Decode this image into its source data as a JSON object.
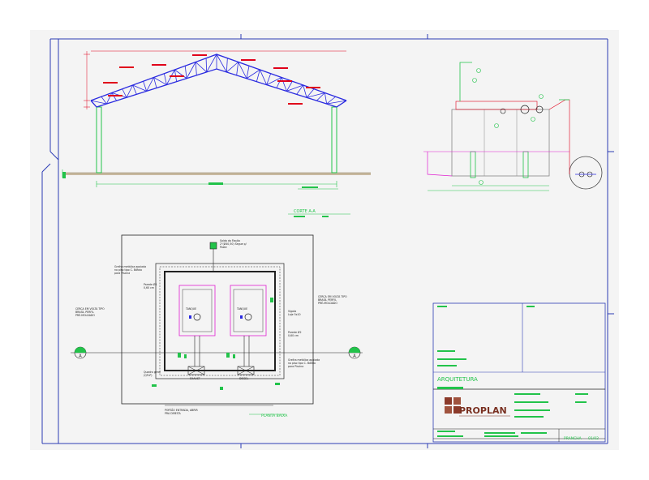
{
  "sheet": {
    "title_section": "CORTE A-A",
    "plan_title": "PLANTA BAIXA",
    "discipline": "ARQUITETURA",
    "company": "PROPLAN",
    "sheet_label": "PRANCHA",
    "sheet_number": "01/02",
    "section_marker": "A"
  },
  "plan_notes": {
    "top_note_1": "Saída da Fiação",
    "top_note_2": "2\"(Ø40,50) Segue p/",
    "top_note_3": "Poste",
    "left_note_1": "Grelha metálica apoiada",
    "left_note_2": "no piso  tipo C. Bófalo",
    "left_note_3": "para Piscina",
    "parede_1": "Parede Ø1",
    "parede_1b": "0,60 cm",
    "left_fence_1": "CERCA EM VOLTA  TIPO",
    "left_fence_2": "BRASIL PERFIL",
    "left_fence_3": "PRÉ-MOLDADO",
    "right_fence_1": "CERCA EM VOLTA  TIPO",
    "right_fence_2": "BRASIL PERFIL",
    "right_fence_3": "PRÉ-MOLDADO",
    "center_1": "Vigota",
    "center_2": "Laje 5x10",
    "parede_2": "Parede Ø2",
    "parede_2b": "0,60 cm",
    "bottom_right_1": "Grelha metálica apoiada",
    "bottom_right_2": "no piso  tipo C. Bófalo",
    "bottom_right_3": "para Piscina",
    "quadro_1": "Quadro geral",
    "quadro_2": "(QFLP)",
    "equip_1": "EXAUST",
    "equip_2": "DIESEL",
    "gate_1": "PORTÃO ENTRADA, ABRIR",
    "gate_2": "PRA DIREITA",
    "tank_1": "TANQUE",
    "tank_2": "TANQUE"
  },
  "colors": {
    "border": "#2b3bb5",
    "truss": "#2a2ae0",
    "dimension": "#e0001a",
    "green": "#22c34a",
    "magenta": "#e020d0",
    "ground": "#c8b9a0",
    "logo": "#8b3a2a"
  }
}
